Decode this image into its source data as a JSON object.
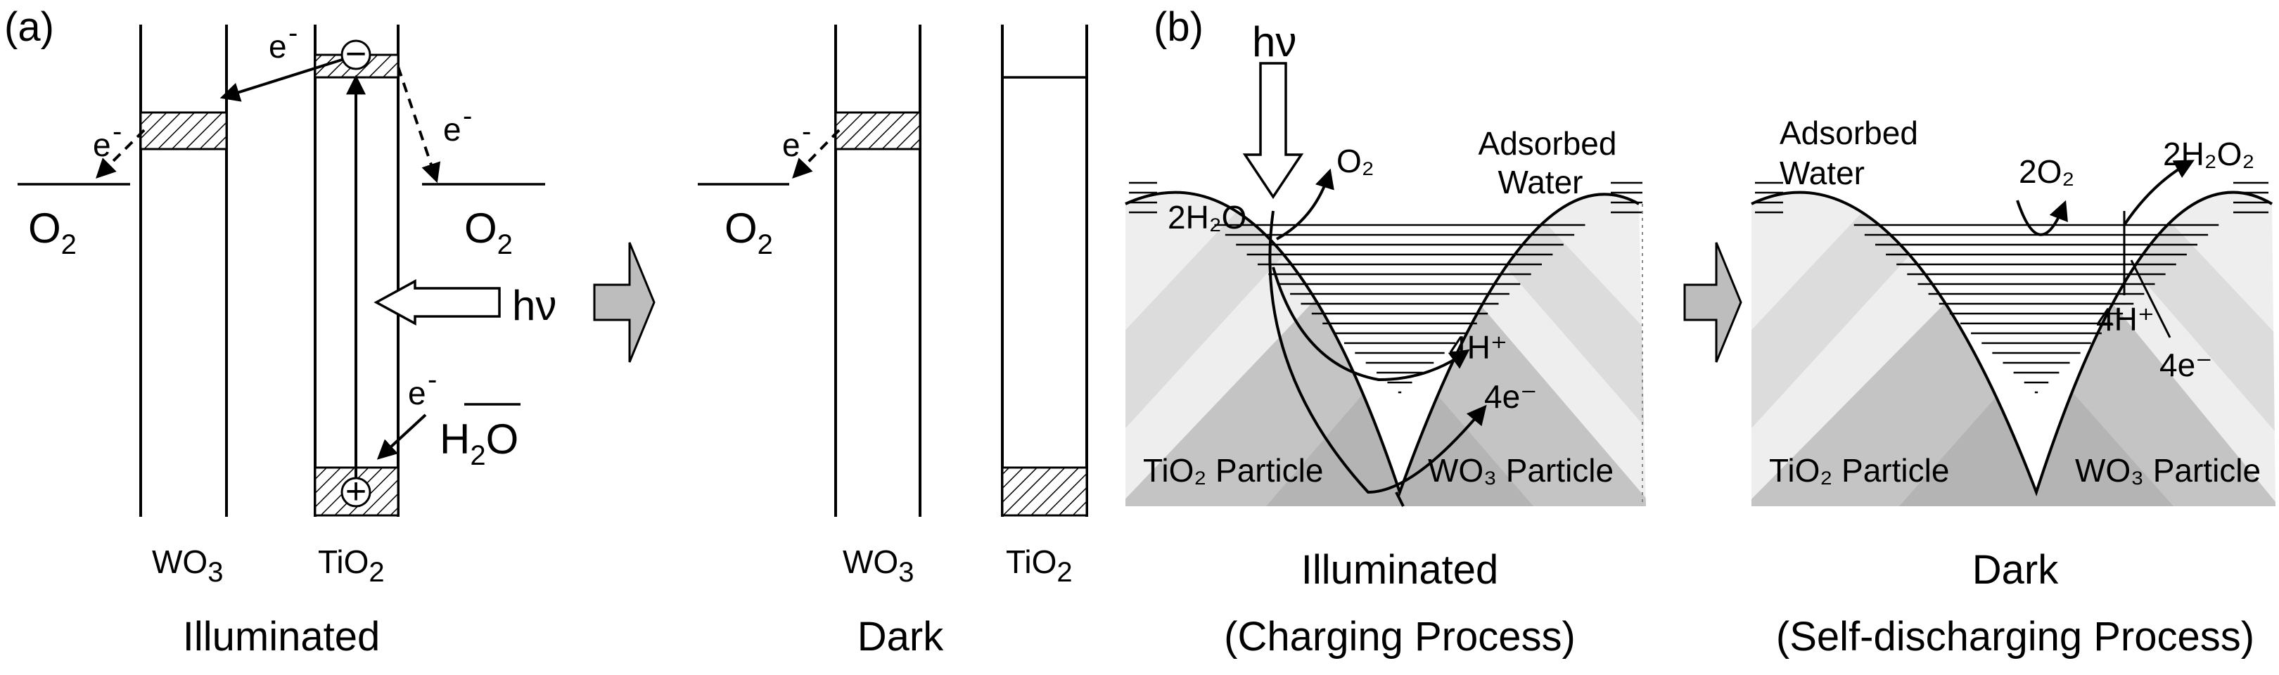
{
  "panel_a": {
    "tag": "(a)",
    "illuminated": {
      "electron_labels": [
        "e",
        "e",
        "e",
        "e"
      ],
      "electron_sup": "-",
      "o2_left": "O",
      "o2_right": "O",
      "o2_sub": "2",
      "hv": "hν",
      "h2o_main": "H",
      "h2o_sub": "2",
      "h2o_tail": "O",
      "minus_sign": "−",
      "plus_sign": "+",
      "wo3_main": "WO",
      "wo3_sub": "3",
      "tio2_main": "TiO",
      "tio2_sub": "2",
      "caption": "Illuminated"
    },
    "dark": {
      "electron_label": "e",
      "electron_sup": "-",
      "o2": "O",
      "o2_sub": "2",
      "wo3_main": "WO",
      "wo3_sub": "3",
      "tio2_main": "TiO",
      "tio2_sub": "2",
      "caption": "Dark"
    }
  },
  "panel_b": {
    "tag": "(b)",
    "illuminated": {
      "hv": "hν",
      "h2o": "2H₂O",
      "o2": "O₂",
      "adsorbed_line1": "Adsorbed",
      "adsorbed_line2": "Water",
      "protons": "4H⁺",
      "electrons": "4e⁻",
      "tio2_particle": "TiO₂ Particle",
      "wo3_particle": "WO₃ Particle",
      "caption_line1": "Illuminated",
      "caption_line2": "(Charging Process)"
    },
    "dark": {
      "adsorbed_line1": "Adsorbed",
      "adsorbed_line2": "Water",
      "o2": "2O₂",
      "h2o2": "2H₂O₂",
      "protons": "4H⁺",
      "electrons": "4e⁻",
      "tio2_particle": "TiO₂ Particle",
      "wo3_particle": "WO₃ Particle",
      "caption_line1": "Dark",
      "caption_line2": "(Self-discharging Process)"
    }
  },
  "colors": {
    "particle_outer": "#eeeeee",
    "particle_mid": "#dcdcdc",
    "particle_inner": "#c4c4c4",
    "particle_core": "#b4b4b4",
    "arrow_fill": "#bdbdbd"
  }
}
